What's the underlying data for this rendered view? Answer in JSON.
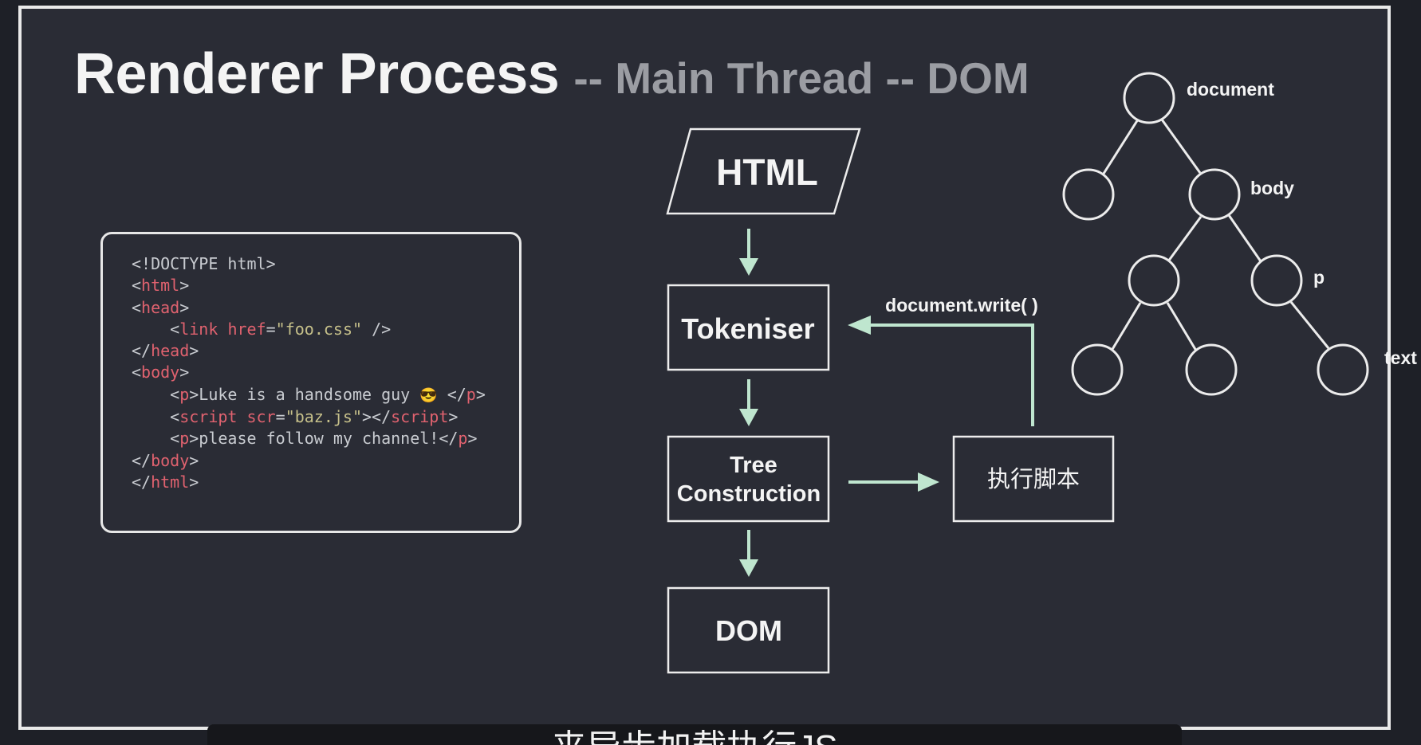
{
  "title": {
    "main": "Renderer Process",
    "sub": "-- Main Thread -- DOM"
  },
  "code_lines": [
    [
      {
        "t": "pn",
        "v": "<!DOCTYPE html>"
      }
    ],
    [
      {
        "t": "pn",
        "v": "<"
      },
      {
        "t": "tag",
        "v": "html"
      },
      {
        "t": "pn",
        "v": ">"
      }
    ],
    [
      {
        "t": "pn",
        "v": "<"
      },
      {
        "t": "tag",
        "v": "head"
      },
      {
        "t": "pn",
        "v": ">"
      }
    ],
    [
      {
        "t": "pn",
        "v": "    <"
      },
      {
        "t": "tag",
        "v": "link"
      },
      {
        "t": "pn",
        "v": " "
      },
      {
        "t": "attr",
        "v": "href"
      },
      {
        "t": "pn",
        "v": "="
      },
      {
        "t": "str",
        "v": "\"foo.css\""
      },
      {
        "t": "pn",
        "v": " />"
      }
    ],
    [
      {
        "t": "pn",
        "v": "</"
      },
      {
        "t": "tag",
        "v": "head"
      },
      {
        "t": "pn",
        "v": ">"
      }
    ],
    [
      {
        "t": "pn",
        "v": "<"
      },
      {
        "t": "tag",
        "v": "body"
      },
      {
        "t": "pn",
        "v": ">"
      }
    ],
    [
      {
        "t": "pn",
        "v": "    <"
      },
      {
        "t": "tag",
        "v": "p"
      },
      {
        "t": "pn",
        "v": ">Luke is a handsome guy "
      },
      {
        "t": "emoji",
        "v": "😎"
      },
      {
        "t": "pn",
        "v": " </"
      },
      {
        "t": "tag",
        "v": "p"
      },
      {
        "t": "pn",
        "v": ">"
      }
    ],
    [
      {
        "t": "pn",
        "v": "    <"
      },
      {
        "t": "tag",
        "v": "script"
      },
      {
        "t": "pn",
        "v": " "
      },
      {
        "t": "attr",
        "v": "scr"
      },
      {
        "t": "pn",
        "v": "="
      },
      {
        "t": "str",
        "v": "\"baz.js\""
      },
      {
        "t": "pn",
        "v": "></"
      },
      {
        "t": "tag",
        "v": "script"
      },
      {
        "t": "pn",
        "v": ">"
      }
    ],
    [
      {
        "t": "pn",
        "v": "    <"
      },
      {
        "t": "tag",
        "v": "p"
      },
      {
        "t": "pn",
        "v": ">please follow my channel!</"
      },
      {
        "t": "tag",
        "v": "p"
      },
      {
        "t": "pn",
        "v": ">"
      }
    ],
    [
      {
        "t": "pn",
        "v": "</"
      },
      {
        "t": "tag",
        "v": "body"
      },
      {
        "t": "pn",
        "v": ">"
      }
    ],
    [
      {
        "t": "pn",
        "v": "</"
      },
      {
        "t": "tag",
        "v": "html"
      },
      {
        "t": "pn",
        "v": ">"
      }
    ]
  ],
  "flow": {
    "html_label": "HTML",
    "tokeniser_label": "Tokeniser",
    "tree_label_line1": "Tree",
    "tree_label_line2": "Construction",
    "dom_label": "DOM",
    "script_label": "执行脚本",
    "feedback_label": "document.write( )"
  },
  "tree": {
    "document_label": "document",
    "body_label": "body",
    "p_label": "p",
    "text_label": "text"
  },
  "subtitle": "来异步加载执行JS",
  "colors": {
    "arrow": "#bfe6cf",
    "tag": "#e0626f",
    "string": "#c6c08a",
    "background": "#2a2c35"
  }
}
